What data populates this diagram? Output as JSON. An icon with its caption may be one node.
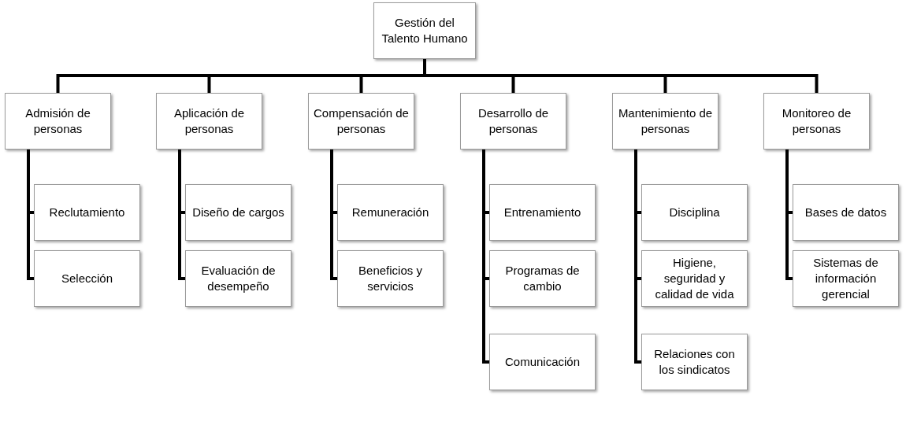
{
  "diagram": {
    "nodes": [
      {
        "text": [
          "Gestión del Talento Humano"
        ]
      },
      {
        "text": [
          "Admisión de personas"
        ]
      },
      {
        "text": [
          "Reclutamiento"
        ]
      },
      {
        "text": [
          "Selección"
        ]
      },
      {
        "text": [
          "Aplicación de personas"
        ]
      },
      {
        "text": [
          "Diseño de cargos"
        ]
      },
      {
        "text": [
          "Evaluación de desempeño"
        ]
      },
      {
        "text": [
          "Compensación de personas"
        ]
      },
      {
        "text": [
          "Remuneración"
        ]
      },
      {
        "text": [
          "Beneficios y servicios"
        ]
      },
      {
        "text": [
          "Desarrollo de personas"
        ]
      },
      {
        "text": [
          "Entrenamiento"
        ]
      },
      {
        "text": [
          "Programas de cambio"
        ]
      },
      {
        "text": [
          "Comunicación"
        ]
      },
      {
        "text": [
          "Mantenimiento de personas"
        ]
      },
      {
        "text": [
          "Disciplina"
        ]
      },
      {
        "text": [
          "Higiene, seguridad y calidad de vida"
        ]
      },
      {
        "text": [
          "Relaciones con los sindicatos"
        ]
      },
      {
        "text": [
          "Monitoreo de personas"
        ]
      },
      {
        "text": [
          "Bases de datos"
        ]
      },
      {
        "text": [
          "Sistemas de información gerencial"
        ]
      }
    ],
    "edges": [
      {
        "from": 0,
        "to": 1,
        "arrow": "none"
      },
      {
        "from": 0,
        "to": 4,
        "arrow": "none"
      },
      {
        "from": 0,
        "to": 7,
        "arrow": "none"
      },
      {
        "from": 0,
        "to": 10,
        "arrow": "none"
      },
      {
        "from": 0,
        "to": 14,
        "arrow": "none"
      },
      {
        "from": 0,
        "to": 18,
        "arrow": "none"
      },
      {
        "from": 1,
        "to": 2,
        "arrow": "none"
      },
      {
        "from": 1,
        "to": 3,
        "arrow": "none"
      },
      {
        "from": 4,
        "to": 5,
        "arrow": "none"
      },
      {
        "from": 4,
        "to": 6,
        "arrow": "none"
      },
      {
        "from": 7,
        "to": 8,
        "arrow": "none"
      },
      {
        "from": 7,
        "to": 9,
        "arrow": "none"
      },
      {
        "from": 10,
        "to": 11,
        "arrow": "none"
      },
      {
        "from": 10,
        "to": 12,
        "arrow": "none"
      },
      {
        "from": 10,
        "to": 13,
        "arrow": "none"
      },
      {
        "from": 14,
        "to": 15,
        "arrow": "none"
      },
      {
        "from": 14,
        "to": 16,
        "arrow": "none"
      },
      {
        "from": 14,
        "to": 17,
        "arrow": "none"
      },
      {
        "from": 18,
        "to": 19,
        "arrow": "none"
      },
      {
        "from": 18,
        "to": 20,
        "arrow": "none"
      }
    ]
  }
}
